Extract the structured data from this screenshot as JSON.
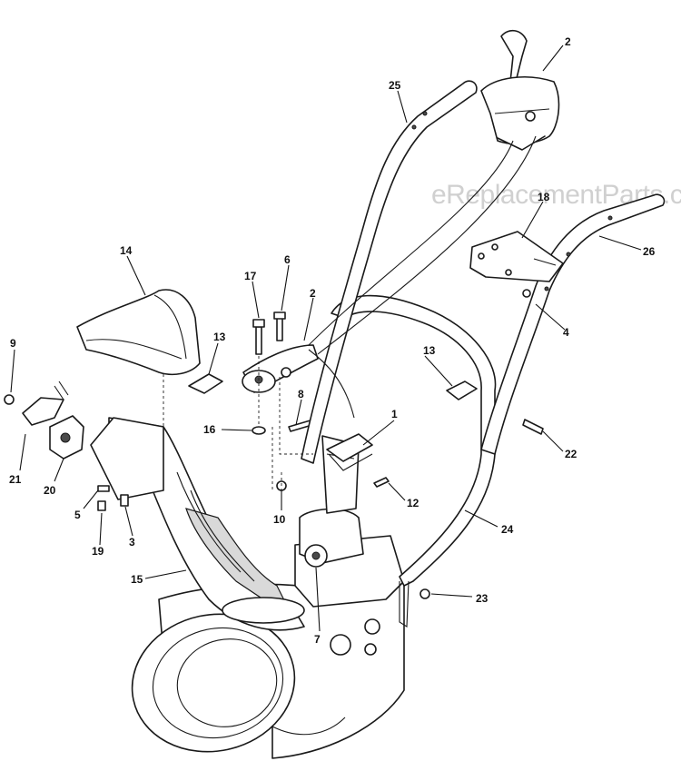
{
  "watermark": "eReplacementParts.com",
  "callouts": {
    "c1": "1",
    "c2a": "2",
    "c2b": "2",
    "c3": "3",
    "c4": "4",
    "c5": "5",
    "c6": "6",
    "c7": "7",
    "c8": "8",
    "c9": "9",
    "c10": "10",
    "c12": "12",
    "c13a": "13",
    "c13b": "13",
    "c14": "14",
    "c15": "15",
    "c16": "16",
    "c17": "17",
    "c18": "18",
    "c19": "19",
    "c20": "20",
    "c21": "21",
    "c22": "22",
    "c23": "23",
    "c24": "24",
    "c25": "25",
    "c26": "26"
  },
  "colors": {
    "line": "#1a1a1a",
    "watermark": "#d0d0d0",
    "background": "#ffffff"
  }
}
